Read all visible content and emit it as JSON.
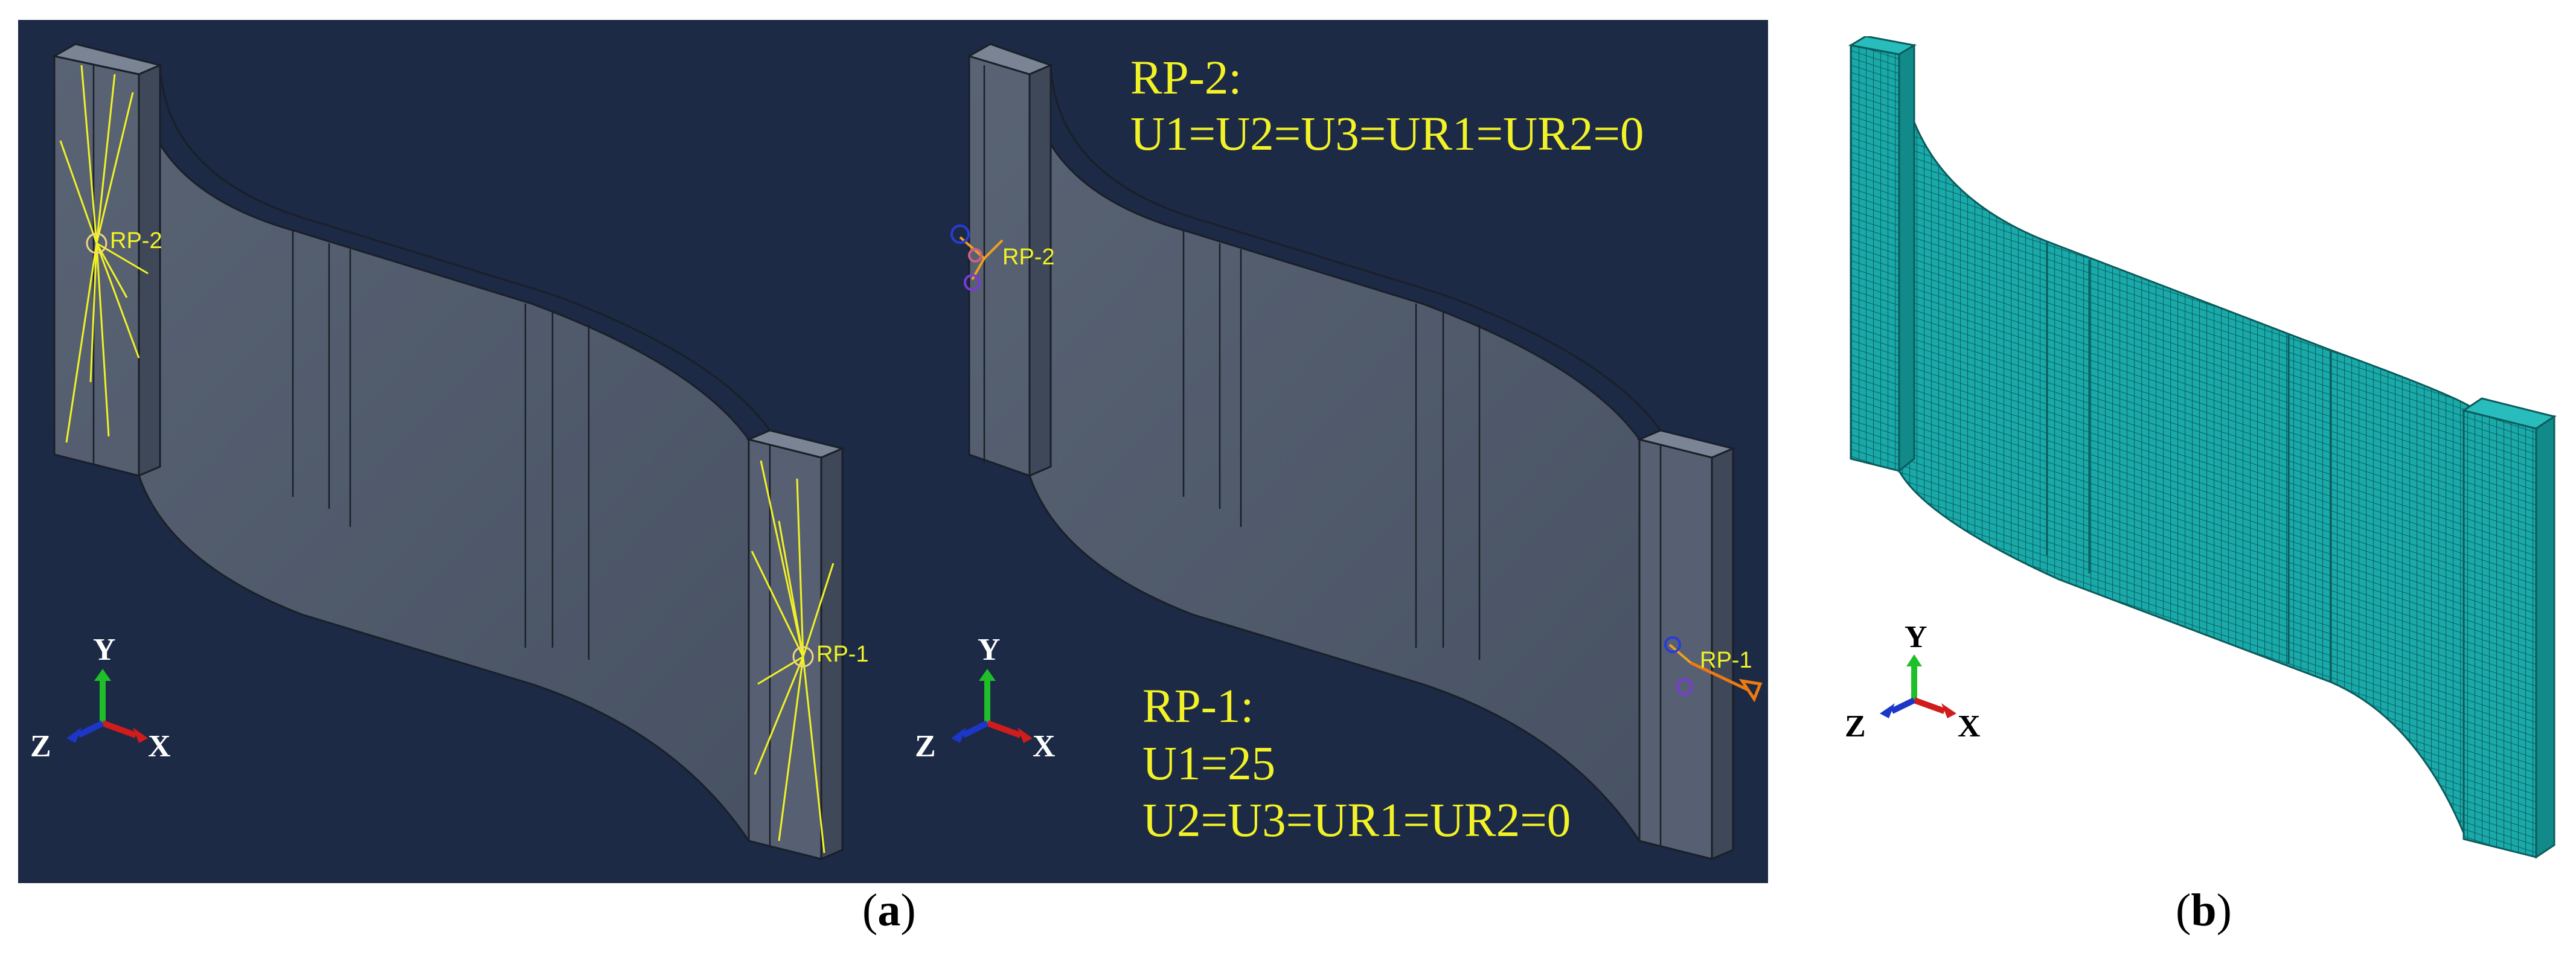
{
  "panel_a": {
    "left_model": {
      "rp2_label": "RP-2",
      "rp1_label": "RP-1",
      "triad": {
        "y": "Y",
        "z": "Z",
        "x": "X"
      }
    },
    "right_model": {
      "rp2_label": "RP-2",
      "rp1_label": "RP-1",
      "triad": {
        "y": "Y",
        "z": "Z",
        "x": "X"
      },
      "bc_rp2_title": "RP-2:",
      "bc_rp2_line1": "U1=U2=U3=UR1=UR2=0",
      "bc_rp1_title": "RP-1:",
      "bc_rp1_line1": "U1=25",
      "bc_rp1_line2": "U2=U3=UR1=UR2=0"
    },
    "caption": {
      "open": "(",
      "letter": "a",
      "close": ")"
    }
  },
  "panel_b": {
    "triad": {
      "y": "Y",
      "z": "Z",
      "x": "X"
    },
    "caption": {
      "open": "(",
      "letter": "b",
      "close": ")"
    }
  },
  "colors": {
    "viewport_bg": "#1c2a45",
    "annotation": "#f2f226",
    "mesh": "#1aa9a9",
    "axis_x": "#d01c1c",
    "axis_y": "#1fbf2a",
    "axis_z": "#1c37c8"
  }
}
